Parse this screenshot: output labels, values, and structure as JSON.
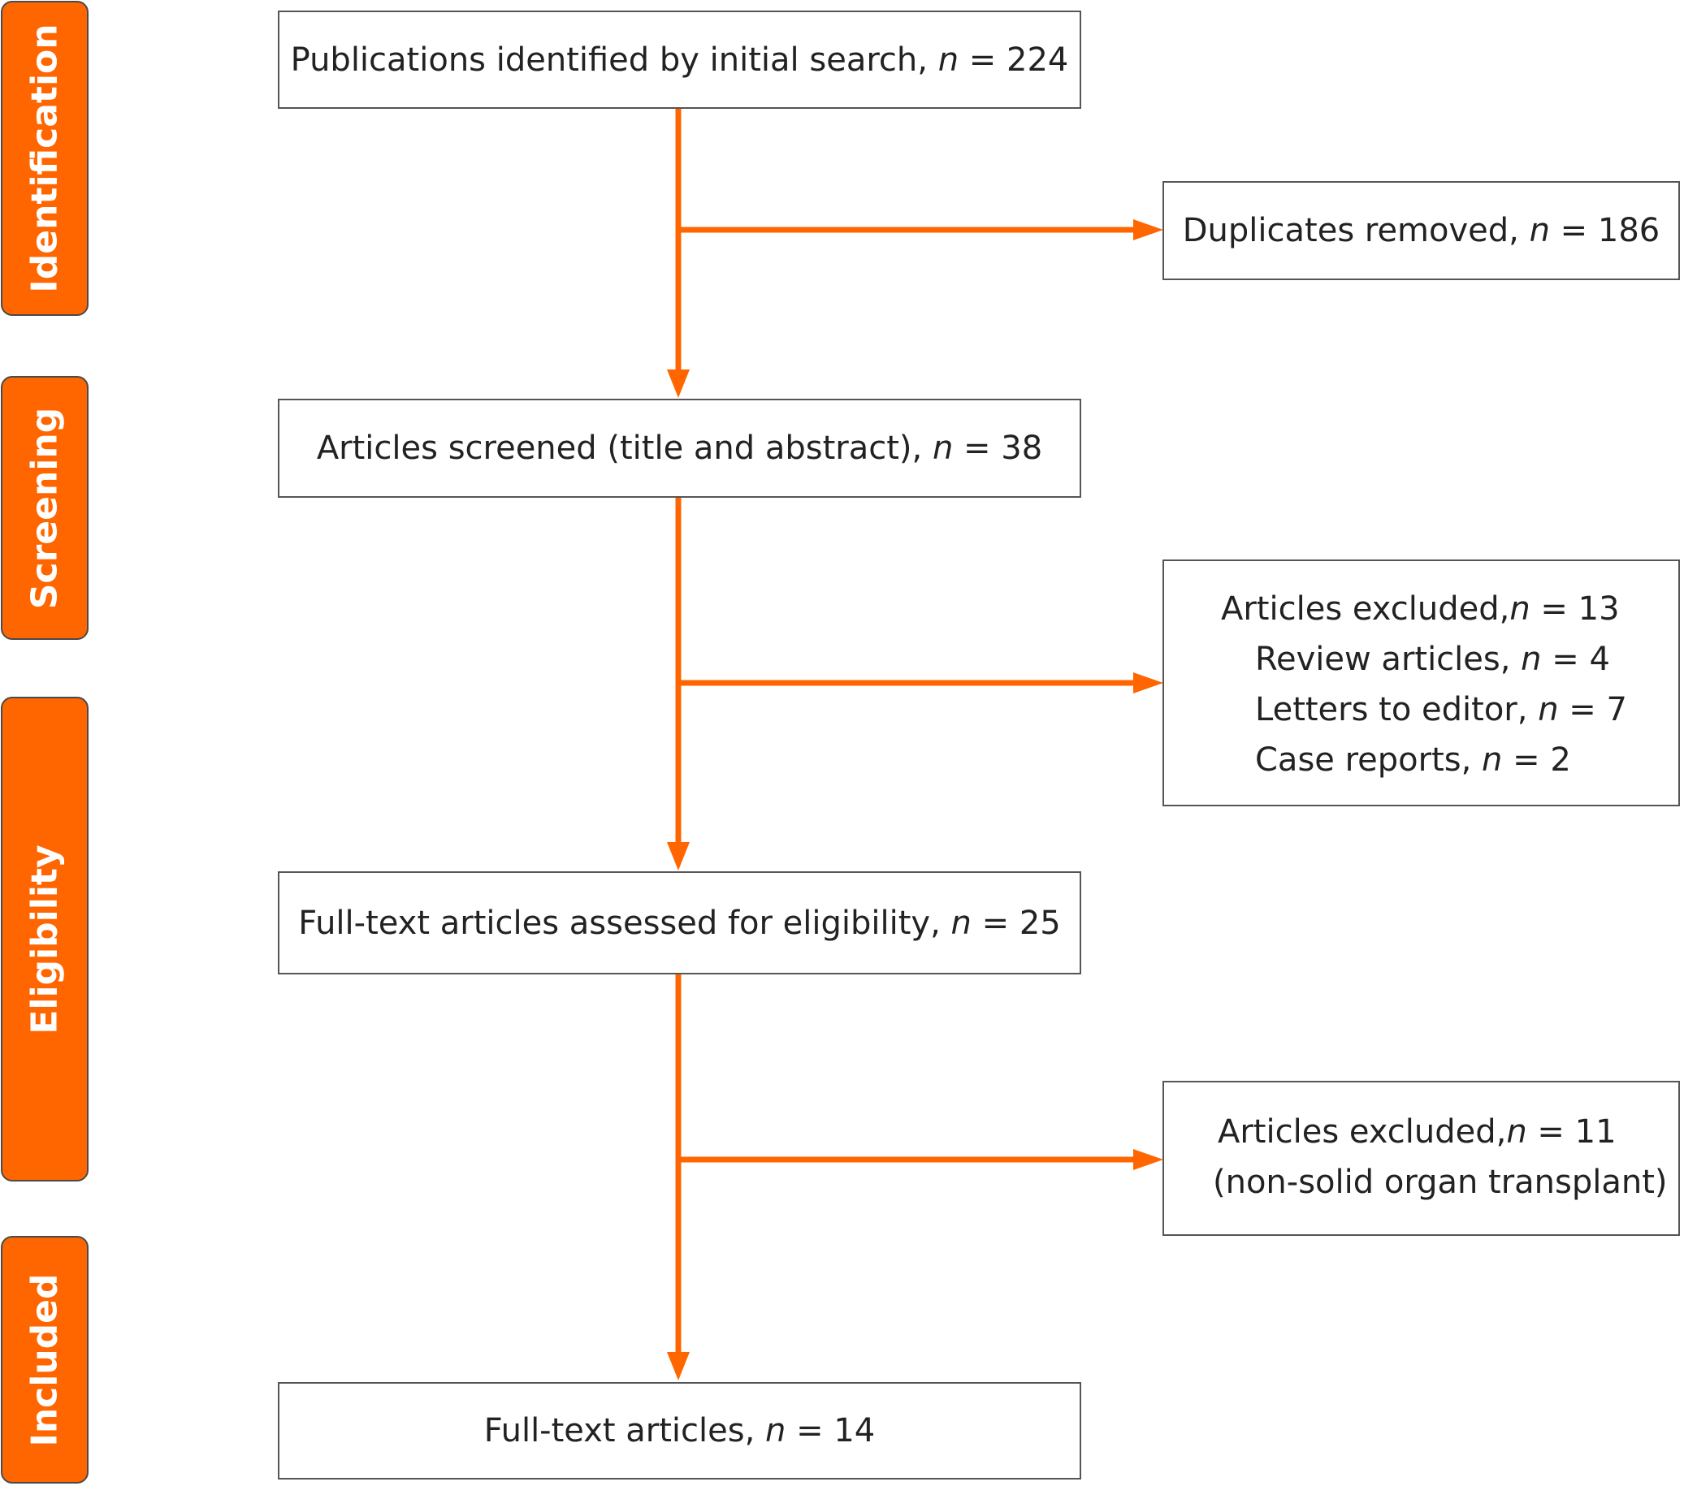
{
  "stages": [
    {
      "id": "identification",
      "label": "Identification"
    },
    {
      "id": "screening",
      "label": "Screening"
    },
    {
      "id": "eligibility",
      "label": "Eligibility"
    },
    {
      "id": "included",
      "label": "Included"
    }
  ],
  "main_boxes": {
    "identified": {
      "text": "Publications identified by initial search, ",
      "n_symbol": "n",
      "count": " = 224"
    },
    "screened": {
      "text": "Articles screened (title and abstract), ",
      "n_symbol": "n",
      "count": " = 38"
    },
    "eligibility": {
      "text": "Full-text articles assessed for eligibility, ",
      "n_symbol": "n",
      "count": " = 25"
    },
    "included": {
      "text": "Full-text articles, ",
      "n_symbol": "n",
      "count": " = 14"
    }
  },
  "side_boxes": {
    "duplicates": {
      "text": "Duplicates removed, ",
      "n_symbol": "n",
      "count": " = 186"
    },
    "excluded_screening": {
      "header": {
        "text": "Articles excluded,",
        "n_symbol": "n",
        "count": " = 13"
      },
      "items": [
        {
          "text": "Review articles, ",
          "n_symbol": "n",
          "count": " = 4"
        },
        {
          "text": "Letters to editor, ",
          "n_symbol": "n",
          "count": " = 7"
        },
        {
          "text": "Case reports, ",
          "n_symbol": "n",
          "count": " = 2"
        }
      ]
    },
    "excluded_eligibility": {
      "header": {
        "text": "Articles excluded,",
        "n_symbol": "n",
        "count": " = 11"
      },
      "note": "(non-solid organ transplant)"
    }
  },
  "colors": {
    "accent": "#FF6600",
    "border": "#555555"
  }
}
